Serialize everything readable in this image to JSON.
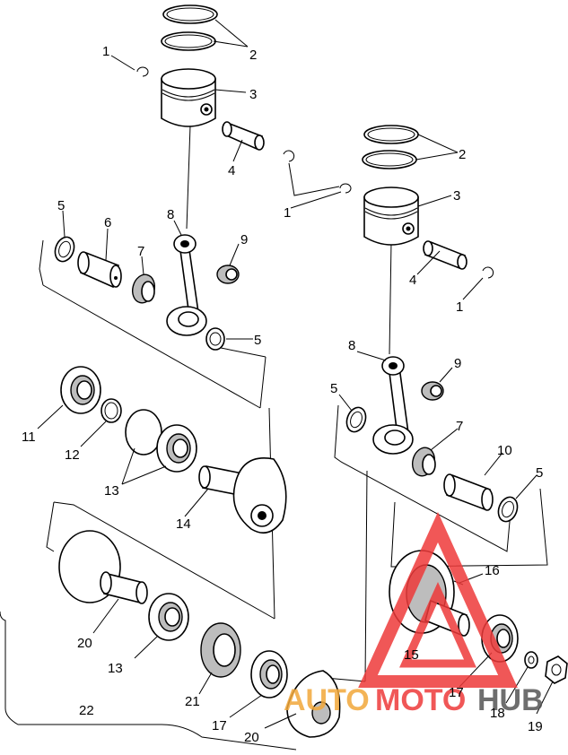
{
  "labels": {
    "l1a": "1",
    "l2a": "2",
    "l3a": "3",
    "l4a": "4",
    "l1b": "1",
    "l2b": "2",
    "l3b": "3",
    "l4b": "4",
    "l1c": "1",
    "l5a": "5",
    "l6": "6",
    "l7a": "7",
    "l8a": "8",
    "l9a": "9",
    "l5b": "5",
    "l8b": "8",
    "l9b": "9",
    "l5c": "5",
    "l7b": "7",
    "l10": "10",
    "l5d": "5",
    "l11": "11",
    "l12": "12",
    "l13a": "13",
    "l14": "14",
    "l16": "16",
    "l15": "15",
    "l20a": "20",
    "l13b": "13",
    "l21": "21",
    "l22": "22",
    "l17a": "17",
    "l17b": "17",
    "l18": "18",
    "l19": "19",
    "l20b": "20"
  },
  "watermark": {
    "part1": "AUTO",
    "part2": "MOTO",
    "part3": "HUB",
    "color_red": "#ee3a3a",
    "color_orange": "#f2a83a",
    "color_gray": "#555555"
  }
}
